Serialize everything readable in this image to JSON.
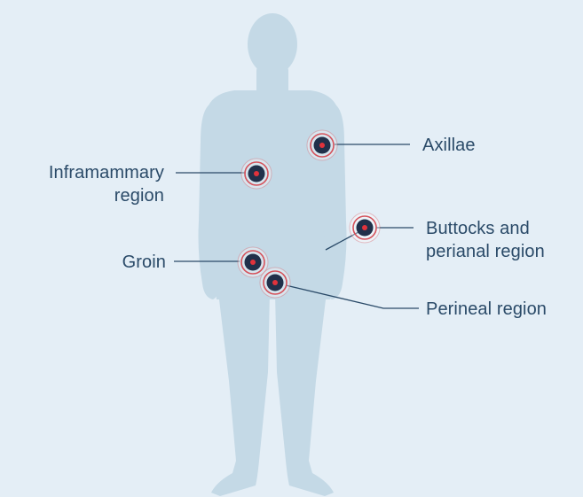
{
  "colors": {
    "background": "#e4eef6",
    "body": "#c4d9e6",
    "label_text": "#2a4a68",
    "leader_line": "#2a4a68",
    "marker_core": "#21304a",
    "marker_center": "#e0333c",
    "marker_ring": "#d5525b"
  },
  "labels": {
    "axillae": "Axillae",
    "inframammary_line1": "Inframammary",
    "inframammary_line2": "region",
    "buttocks_line1": "Buttocks and",
    "buttocks_line2": "perianal region",
    "groin": "Groin",
    "perineal": "Perineal region"
  }
}
